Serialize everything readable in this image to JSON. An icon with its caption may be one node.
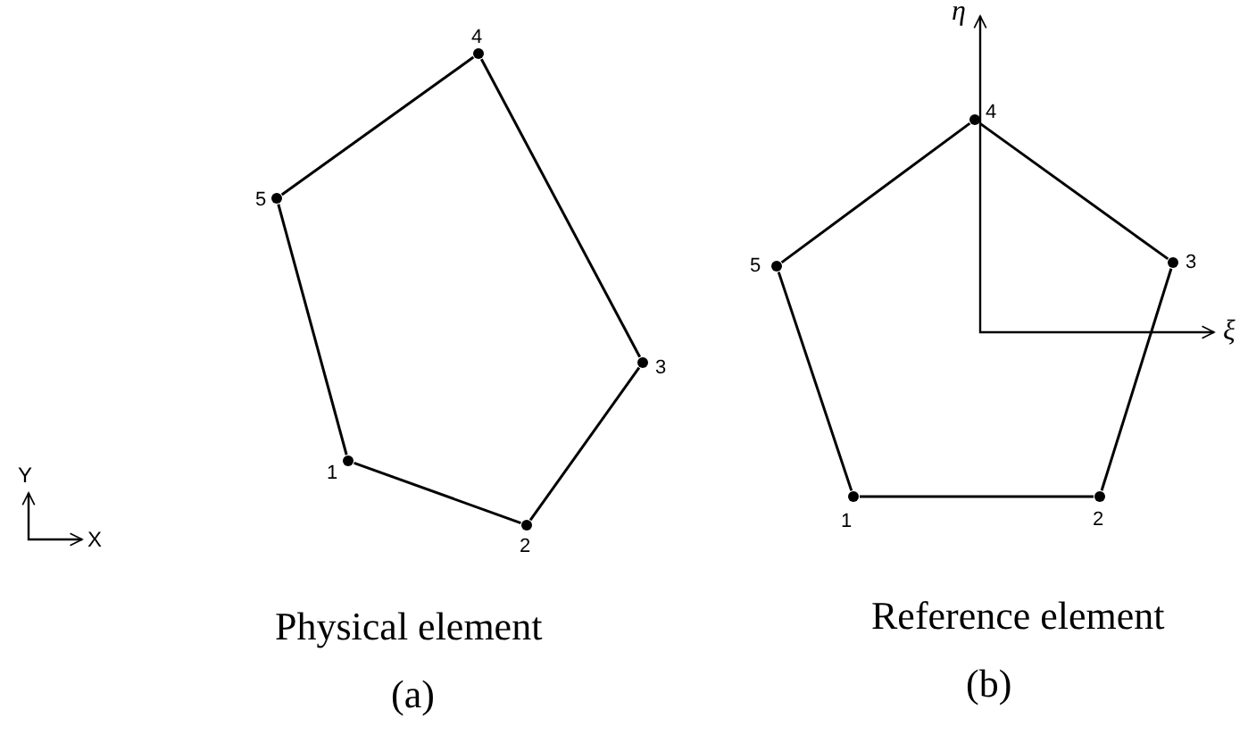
{
  "diagram": {
    "nodes": [
      {
        "text": [],
        "shape": "circle",
        "beside": [
          "1"
        ]
      },
      {
        "text": [],
        "shape": "circle",
        "beside": [
          "2"
        ]
      },
      {
        "text": [],
        "shape": "circle",
        "beside": [
          "3"
        ]
      },
      {
        "text": [],
        "shape": "circle",
        "beside": [
          "4"
        ]
      },
      {
        "text": [],
        "shape": "circle",
        "beside": [
          "5"
        ]
      },
      {
        "text": [],
        "shape": "circle",
        "beside": [
          "1"
        ]
      },
      {
        "text": [],
        "shape": "circle",
        "beside": [
          "2"
        ]
      },
      {
        "text": [],
        "shape": "circle",
        "beside": [
          "3"
        ]
      },
      {
        "text": [],
        "shape": "circle",
        "beside": [
          "4"
        ]
      },
      {
        "text": [],
        "shape": "circle",
        "beside": [
          "5"
        ]
      }
    ],
    "edges": [
      {
        "from": 0,
        "to": 1,
        "arrow": "none"
      },
      {
        "from": 1,
        "to": 2,
        "arrow": "none"
      },
      {
        "from": 2,
        "to": 3,
        "arrow": "none"
      },
      {
        "from": 3,
        "to": 4,
        "arrow": "none"
      },
      {
        "from": 4,
        "to": 0,
        "arrow": "none"
      },
      {
        "from": 5,
        "to": 6,
        "arrow": "none"
      },
      {
        "from": 6,
        "to": 7,
        "arrow": "none"
      },
      {
        "from": 7,
        "to": 8,
        "arrow": "none"
      },
      {
        "from": 8,
        "to": 9,
        "arrow": "none"
      },
      {
        "from": 9,
        "to": 5,
        "arrow": "none"
      }
    ],
    "labels": [
      "η",
      "ξ",
      "Y",
      "X",
      "Physical element",
      "(a)",
      "Reference element",
      "(b)"
    ]
  }
}
